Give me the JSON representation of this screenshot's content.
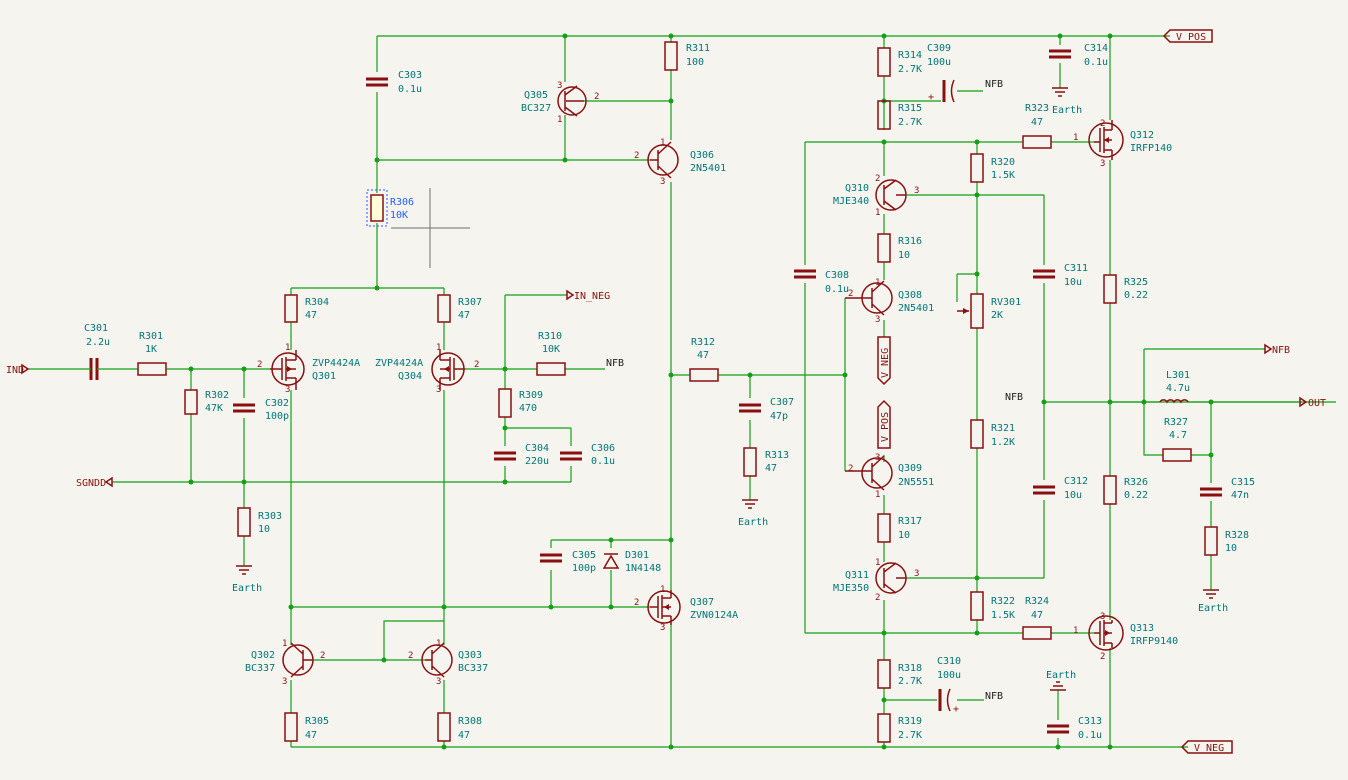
{
  "colors": {
    "wire": "#14a014",
    "component": "#8a1010",
    "text": "#007777",
    "selected": "#2060ff",
    "background": "#f5f4ef"
  },
  "ports": [
    {
      "id": "in",
      "text": "IND"
    },
    {
      "id": "sgnd",
      "text": "SGNDD"
    },
    {
      "id": "inneg",
      "text": "IN_NEG"
    },
    {
      "id": "vpos",
      "text": "V_POS"
    },
    {
      "id": "vneg",
      "text": "V_NEG"
    },
    {
      "id": "out",
      "text": "OUT"
    },
    {
      "id": "nfbport",
      "text": "NFB"
    }
  ],
  "labels": [
    {
      "id": "nfb1",
      "text": "NFB"
    },
    {
      "id": "nfb2",
      "text": "NFB"
    },
    {
      "id": "nfb3",
      "text": "NFB"
    },
    {
      "id": "nfb4",
      "text": "NFB"
    },
    {
      "id": "vnegflag",
      "text": "V_NEG"
    },
    {
      "id": "vposflag",
      "text": "V_POS"
    },
    {
      "id": "earth1",
      "text": "Earth"
    },
    {
      "id": "earth2",
      "text": "Earth"
    },
    {
      "id": "earth3",
      "text": "Earth"
    },
    {
      "id": "earth4",
      "text": "Earth"
    },
    {
      "id": "earth5",
      "text": "Earth"
    }
  ],
  "components": [
    {
      "ref": "C301",
      "value": "2.2u"
    },
    {
      "ref": "R301",
      "value": "1K"
    },
    {
      "ref": "R302",
      "value": "47K"
    },
    {
      "ref": "C302",
      "value": "100p"
    },
    {
      "ref": "R303",
      "value": "10"
    },
    {
      "ref": "R304",
      "value": "47"
    },
    {
      "ref": "Q301",
      "value": "ZVP4424A"
    },
    {
      "ref": "Q304",
      "value": "ZVP4424A"
    },
    {
      "ref": "R307",
      "value": "47"
    },
    {
      "ref": "R310",
      "value": "10K"
    },
    {
      "ref": "R309",
      "value": "470"
    },
    {
      "ref": "C304",
      "value": "220u"
    },
    {
      "ref": "C306",
      "value": "0.1u"
    },
    {
      "ref": "C303",
      "value": "0.1u"
    },
    {
      "ref": "R306",
      "value": "10K"
    },
    {
      "ref": "Q305",
      "value": "BC327"
    },
    {
      "ref": "R311",
      "value": "100"
    },
    {
      "ref": "Q306",
      "value": "2N5401"
    },
    {
      "ref": "C305",
      "value": "100p"
    },
    {
      "ref": "D301",
      "value": "1N4148"
    },
    {
      "ref": "Q307",
      "value": "ZVN0124A"
    },
    {
      "ref": "Q302",
      "value": "BC337"
    },
    {
      "ref": "Q303",
      "value": "BC337"
    },
    {
      "ref": "R305",
      "value": "47"
    },
    {
      "ref": "R308",
      "value": "47"
    },
    {
      "ref": "R312",
      "value": "47"
    },
    {
      "ref": "C307",
      "value": "47p"
    },
    {
      "ref": "R313",
      "value": "47"
    },
    {
      "ref": "C308",
      "value": "0.1u"
    },
    {
      "ref": "R314",
      "value": "2.7K"
    },
    {
      "ref": "C309",
      "value": "100u"
    },
    {
      "ref": "R315",
      "value": "2.7K"
    },
    {
      "ref": "Q310",
      "value": "MJE340"
    },
    {
      "ref": "R316",
      "value": "10"
    },
    {
      "ref": "Q308",
      "value": "2N5401"
    },
    {
      "ref": "Q309",
      "value": "2N5551"
    },
    {
      "ref": "R317",
      "value": "10"
    },
    {
      "ref": "Q311",
      "value": "MJE350"
    },
    {
      "ref": "R318",
      "value": "2.7K"
    },
    {
      "ref": "C310",
      "value": "100u"
    },
    {
      "ref": "R319",
      "value": "2.7K"
    },
    {
      "ref": "R320",
      "value": "1.5K"
    },
    {
      "ref": "RV301",
      "value": "2K"
    },
    {
      "ref": "R321",
      "value": "1.2K"
    },
    {
      "ref": "R322",
      "value": "1.5K"
    },
    {
      "ref": "C311",
      "value": "10u"
    },
    {
      "ref": "C312",
      "value": "10u"
    },
    {
      "ref": "R323",
      "value": "47"
    },
    {
      "ref": "R324",
      "value": "47"
    },
    {
      "ref": "Q312",
      "value": "IRFP140"
    },
    {
      "ref": "Q313",
      "value": "IRFP9140"
    },
    {
      "ref": "C314",
      "value": "0.1u"
    },
    {
      "ref": "C313",
      "value": "0.1u"
    },
    {
      "ref": "R325",
      "value": "0.22"
    },
    {
      "ref": "R326",
      "value": "0.22"
    },
    {
      "ref": "L301",
      "value": "4.7u"
    },
    {
      "ref": "R327",
      "value": "4.7"
    },
    {
      "ref": "C315",
      "value": "47n"
    },
    {
      "ref": "R328",
      "value": "10"
    }
  ]
}
